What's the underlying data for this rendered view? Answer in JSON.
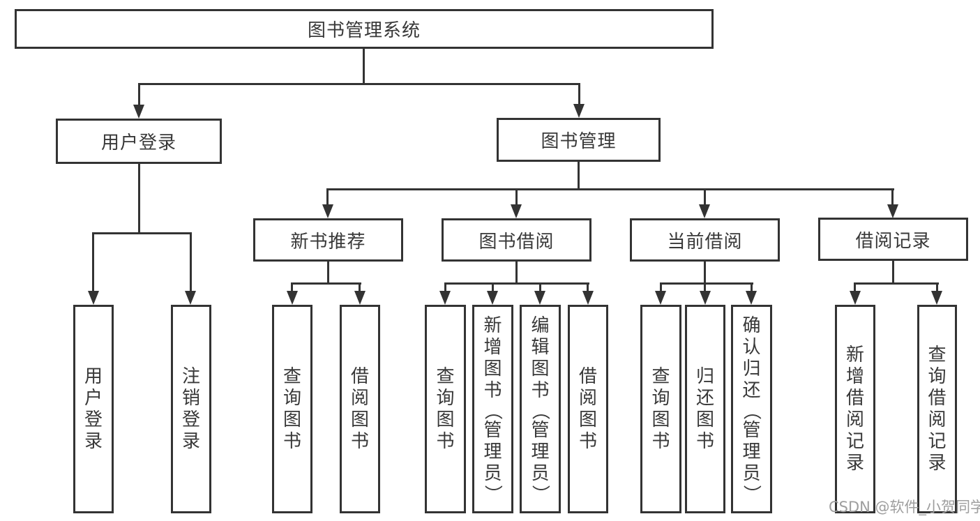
{
  "title": {
    "label": "图书管理系统"
  },
  "branches": {
    "user_login": {
      "label": "用户登录",
      "leaves": [
        {
          "label": "用户登录"
        },
        {
          "label": "注销登录"
        }
      ]
    },
    "book_management": {
      "label": "图书管理",
      "sections": [
        {
          "label": "新书推荐",
          "leaves": [
            {
              "label": "查询图书"
            },
            {
              "label": "借阅图书"
            }
          ]
        },
        {
          "label": "图书借阅",
          "leaves": [
            {
              "label": "查询图书"
            },
            {
              "label": "新增图书（管理员）"
            },
            {
              "label": "编辑图书（管理员）"
            },
            {
              "label": "借阅图书"
            }
          ]
        },
        {
          "label": "当前借阅",
          "leaves": [
            {
              "label": "查询图书"
            },
            {
              "label": "归还图书"
            },
            {
              "label": "确认归还（管理员）"
            }
          ]
        },
        {
          "label": "借阅记录",
          "leaves": [
            {
              "label": "新增借阅记录"
            },
            {
              "label": "查询借阅记录"
            }
          ]
        }
      ]
    }
  },
  "watermark": {
    "text": "CSDN @软件_小贺同学"
  },
  "colors": {
    "line": "#333333",
    "text": "#383838",
    "watermark": "#9e9e9e",
    "background": "#ffffff"
  }
}
